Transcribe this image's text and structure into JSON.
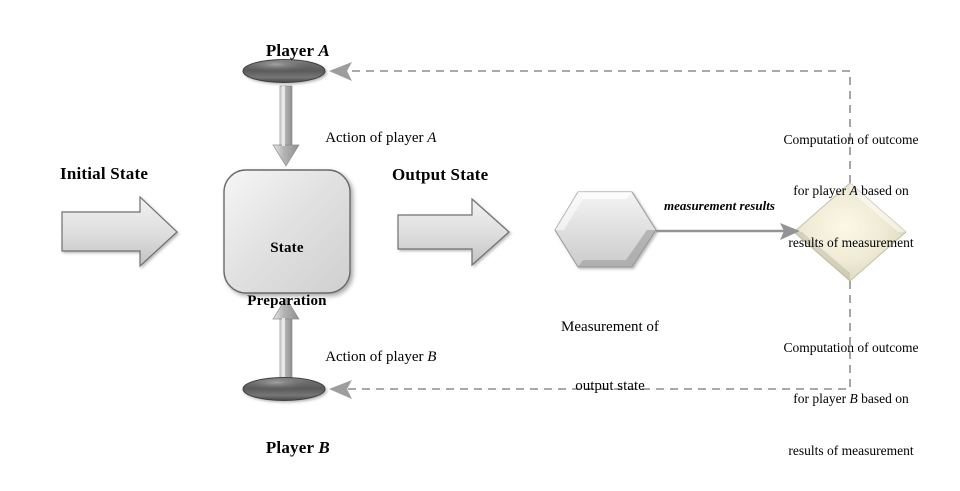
{
  "diagram": {
    "title": "Quantum game protocol schematic",
    "colors": {
      "shape_fill_light": "#e8e8e8",
      "shape_fill_mid": "#c9c9c9",
      "shape_stroke": "#7a7a7a",
      "player_dark": "#4c4c4c",
      "player_light": "#a8a8a8",
      "diamond_cream": "#f4f0dc",
      "diamond_edge": "#b8b49c",
      "dashed_gray": "#9d9d9d",
      "arrow_gray": "#9a9a9a",
      "text": "#000000"
    },
    "nodes": {
      "initial_state_label": "Initial State",
      "state_preparation_line1": "State",
      "state_preparation_line2": "Preparation",
      "output_state_label": "Output State",
      "measurement_line1": "Measurement of",
      "measurement_line2": "output state",
      "measurement_results_label": "measurement results",
      "player_a_label": "Player",
      "player_a_letter": "A",
      "player_b_label": "Player",
      "player_b_letter": "B"
    },
    "edges": {
      "action_a_prefix": "Action of player ",
      "action_a_letter": "A",
      "action_b_prefix": "Action of player ",
      "action_b_letter": "B"
    },
    "computation_a": {
      "line1": "Computation of outcome",
      "line2_pre": "for player ",
      "line2_letter": "A",
      "line2_post": " based on",
      "line3": "results of measurement"
    },
    "computation_b": {
      "line1": "Computation of outcome",
      "line2_pre": "for player ",
      "line2_letter": "B",
      "line2_post": " based on",
      "line3": "results of measurement"
    }
  }
}
